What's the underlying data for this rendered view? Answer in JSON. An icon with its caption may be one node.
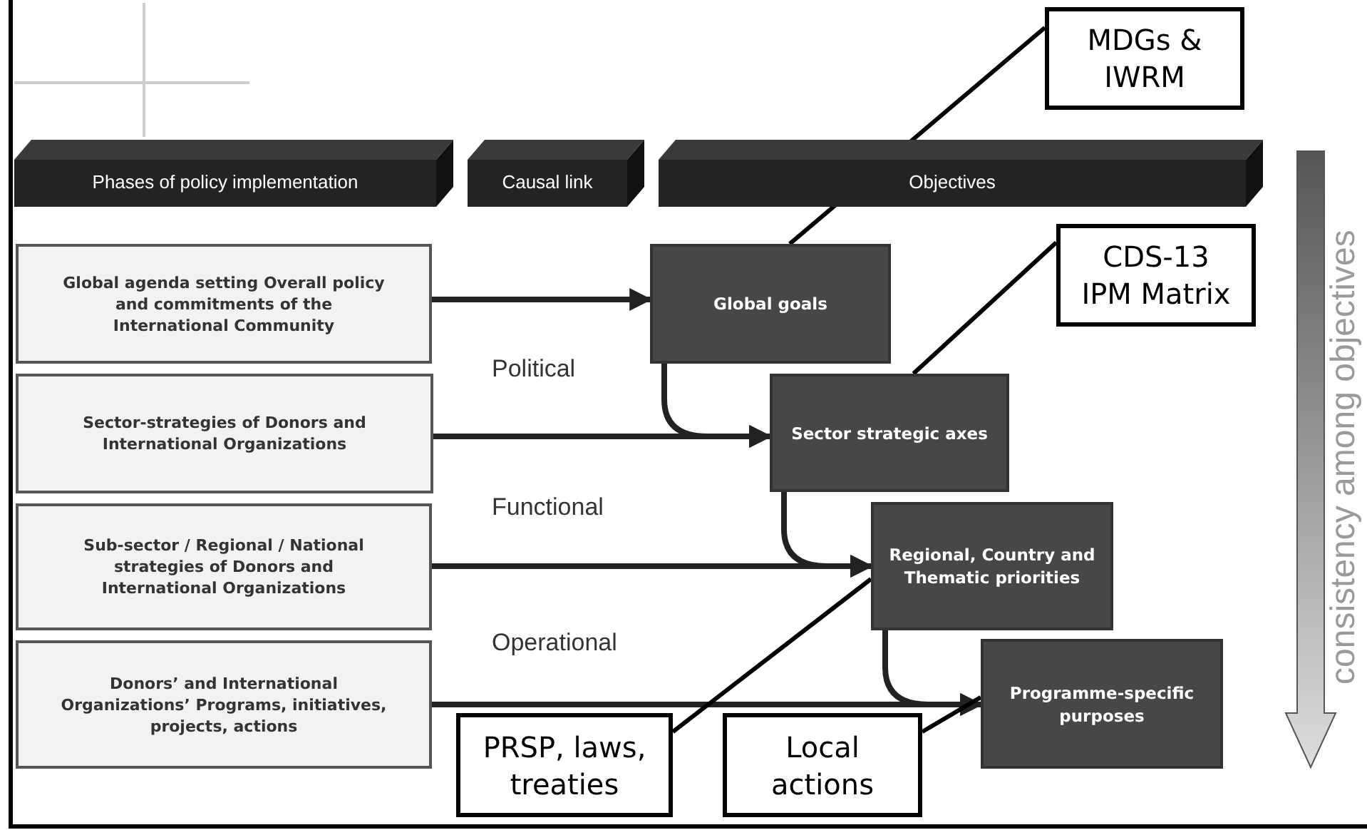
{
  "diagram": {
    "nodes": [
      {
        "text": [
          "Phases of policy implementation"
        ]
      },
      {
        "text": [
          "Causal link"
        ]
      },
      {
        "text": [
          "Objectives"
        ]
      },
      {
        "text": [
          "Global agenda setting Overall policy and commitments of the International Community"
        ]
      },
      {
        "text": [
          "Sector-strategies of Donors and International Organizations"
        ]
      },
      {
        "text": [
          "Sub-sector / Regional / National strategies of Donors and International Organizations"
        ]
      },
      {
        "text": [
          "Donors’ and International Organizations’ Programs, initiatives, projects, actions"
        ]
      },
      {
        "text": [
          "Global goals"
        ]
      },
      {
        "text": [
          "Sector strategic axes"
        ]
      },
      {
        "text": [
          "Regional, Country and Thematic priorities"
        ]
      },
      {
        "text": [
          "Programme-specific purposes"
        ]
      },
      {
        "text": [
          "MDGs & IWRM"
        ]
      },
      {
        "text": [
          "CDS-13 IPM Matrix"
        ]
      },
      {
        "text": [
          "PRSP, laws, treaties"
        ]
      },
      {
        "text": [
          "Local actions"
        ]
      }
    ],
    "edges": [
      {
        "from": 3,
        "to": 7,
        "arrow": "to"
      },
      {
        "from": 7,
        "to": 8,
        "arrow": "to"
      },
      {
        "from": 4,
        "to": 8,
        "arrow": "to"
      },
      {
        "from": 8,
        "to": 9,
        "arrow": "to"
      },
      {
        "from": 5,
        "to": 9,
        "arrow": "to"
      },
      {
        "from": 9,
        "to": 10,
        "arrow": "to"
      },
      {
        "from": 6,
        "to": 10,
        "arrow": "to"
      },
      {
        "from": 11,
        "to": 7,
        "arrow": "none"
      },
      {
        "from": 12,
        "to": 8,
        "arrow": "none"
      },
      {
        "from": 13,
        "to": 9,
        "arrow": "none"
      },
      {
        "from": 14,
        "to": 10,
        "arrow": "none"
      }
    ],
    "labels": [
      "Political",
      "Functional",
      "Operational",
      "consistency among objectives"
    ]
  }
}
